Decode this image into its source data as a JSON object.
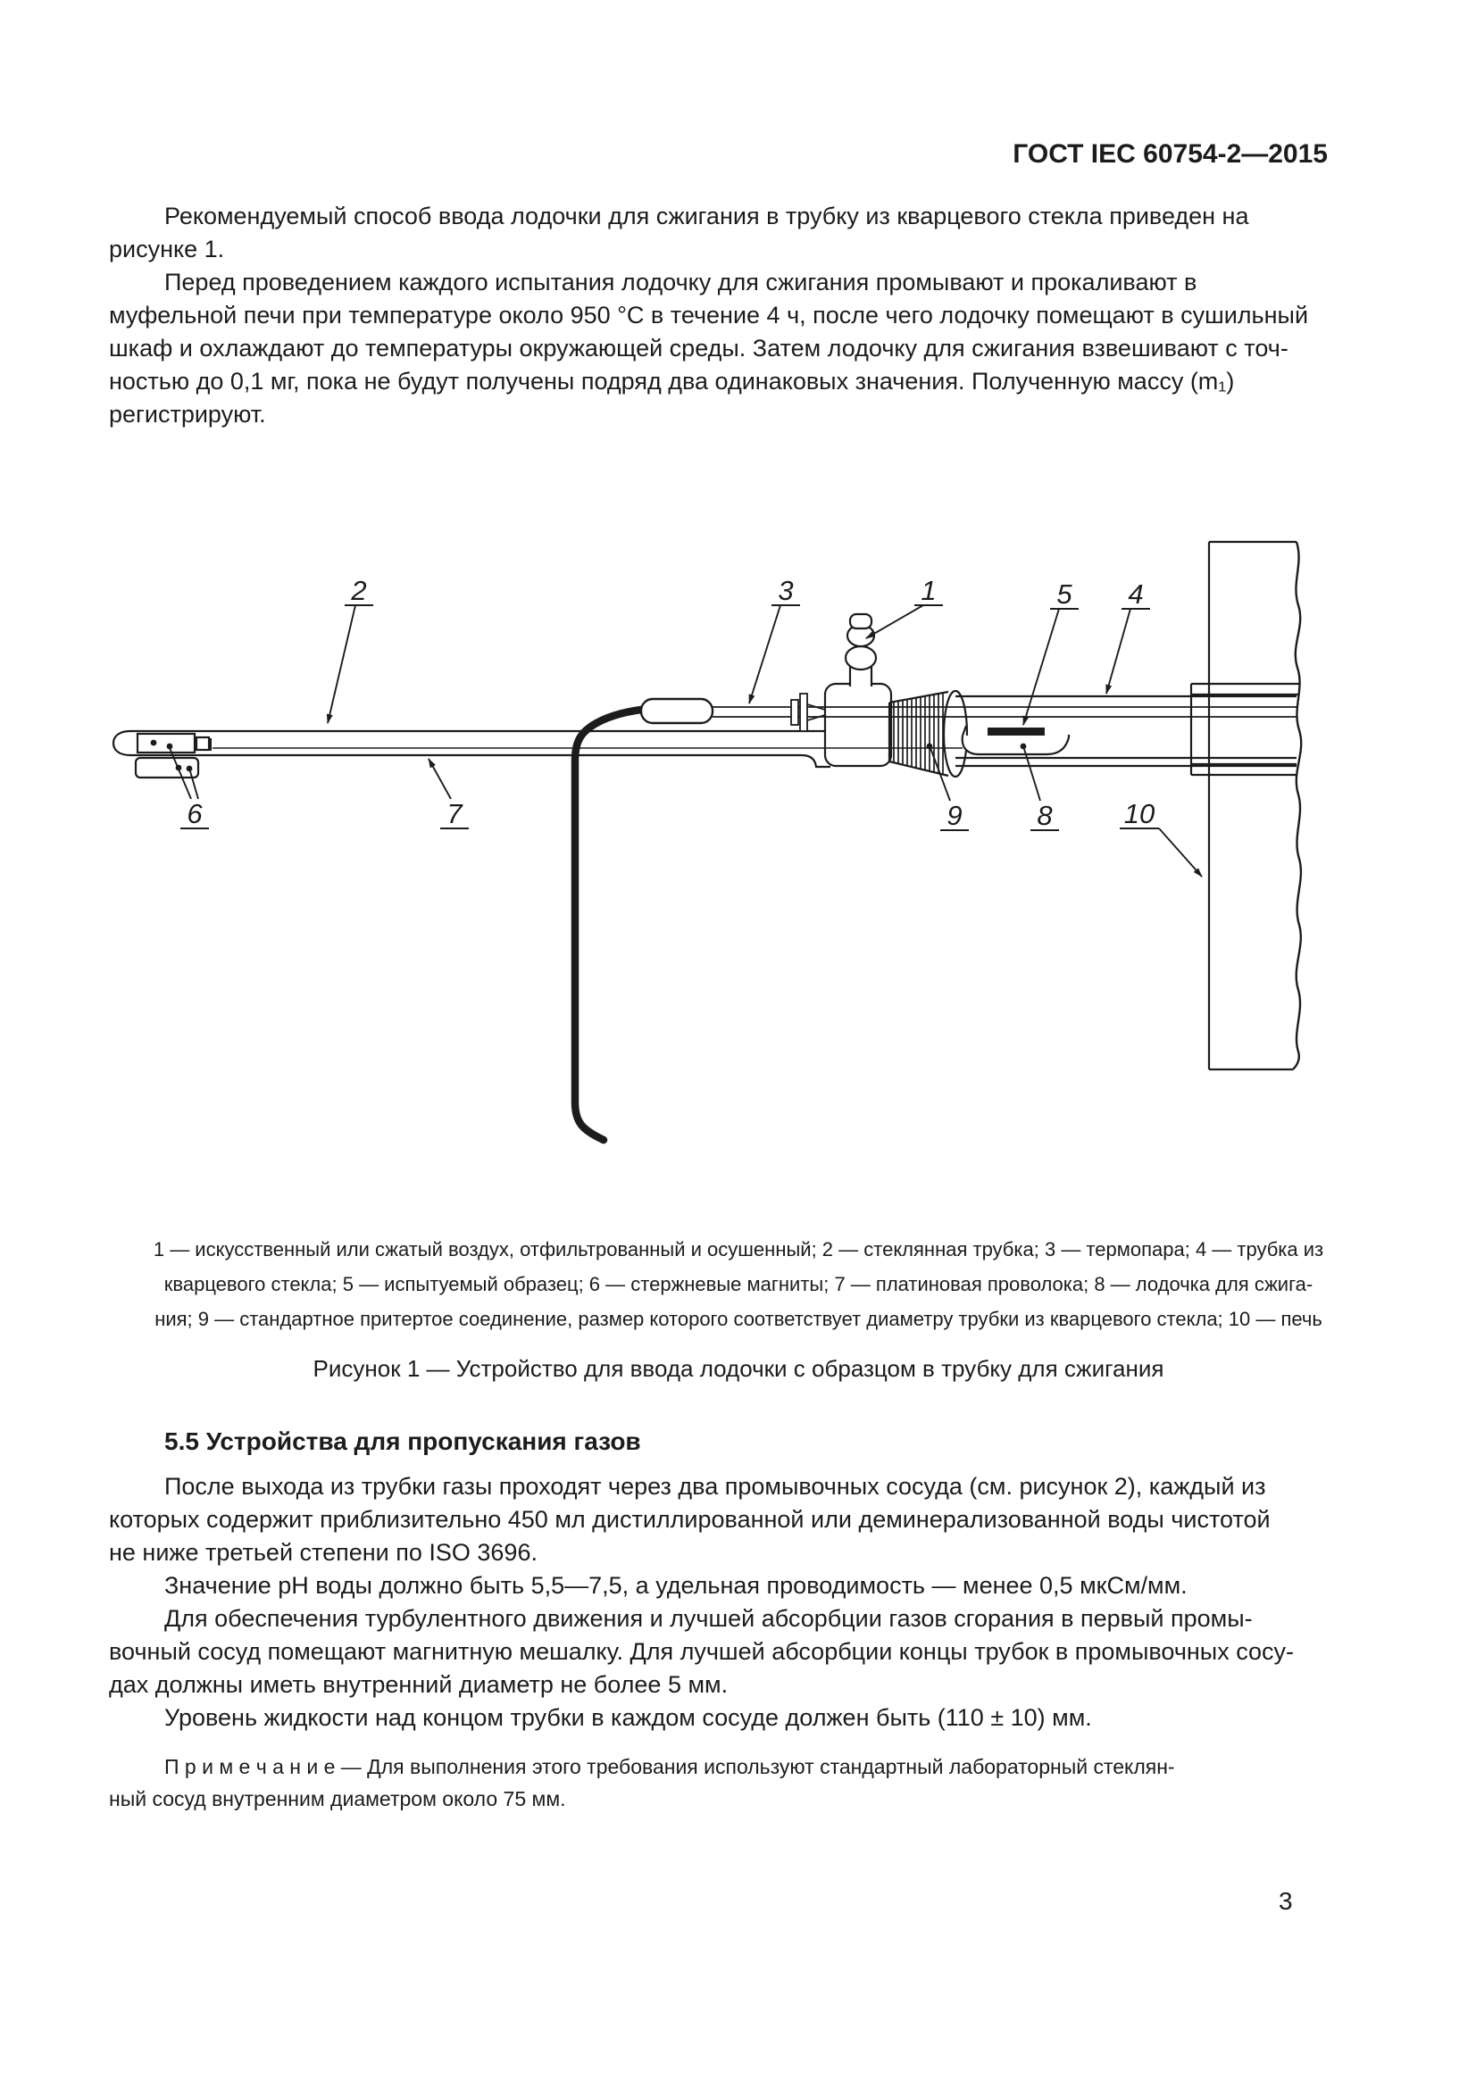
{
  "header": {
    "title": "ГОСТ IEC 60754-2—2015"
  },
  "body_top": {
    "p1": "Рекомендуемый способ ввода лодочки для сжигания в трубку из кварцевого стекла приведен на\nрисунке 1.",
    "p2": "Перед проведением каждого испытания лодочку для сжигания промывают и прокаливают в\nмуфельной печи при температуре около 950 °C в течение 4 ч, после чего лодочку помещают в сушильный\nшкаф и охлаждают до температуры окружающей среды. Затем лодочку для сжигания взвешивают с точ-\nностью до 0,1 мг, пока не будут получены подряд два одинаковых значения. Полученную массу (m₁)\nрегистрируют."
  },
  "figure": {
    "labels": {
      "n1": "1",
      "n2": "2",
      "n3": "3",
      "n4": "4",
      "n5": "5",
      "n6": "6",
      "n7": "7",
      "n8": "8",
      "n9": "9",
      "n10": "10"
    },
    "caption": "1 — искусственный или сжатый воздух, отфильтрованный и осушенный; 2 — стеклянная трубка; 3 — термопара; 4 — трубка из\nкварцевого стекла; 5 — испытуемый образец; 6 — стержневые магниты; 7 — платиновая проволока; 8 — лодочка для сжига-\nния; 9 — стандартное притертое соединение, размер которого соответствует диаметру трубки из кварцевого стекла; 10 — печь",
    "title": "Рисунок 1 — Устройство для ввода лодочки с образцом в трубку для сжигания"
  },
  "section": {
    "heading": "5.5  Устройства для пропускания газов",
    "p1": "После выхода из трубки газы проходят через два промывочных сосуда (см. рисунок 2), каждый из\nкоторых содержит приблизительно 450 мл дистиллированной или деминерализованной воды чистотой\nне ниже третьей степени по ISO 3696.",
    "p2": "Значение pH воды должно быть 5,5—7,5, а удельная проводимость — менее 0,5 мкСм/мм.",
    "p3": "Для обеспечения турбулентного движения и лучшей абсорбции газов сгорания в первый промы-\nвочный сосуд помещают магнитную мешалку. Для лучшей абсорбции концы трубок в промывочных сосу-\nдах должны иметь внутренний диаметр не более 5 мм.",
    "p4": "Уровень жидкости над концом трубки в каждом сосуде должен быть (110 ± 10) мм.",
    "note": "П р и м е ч а н и е — Для выполнения этого требования используют стандартный лабораторный стеклян-\nный сосуд внутренним диаметром около 75 мм."
  },
  "page_number": "3"
}
